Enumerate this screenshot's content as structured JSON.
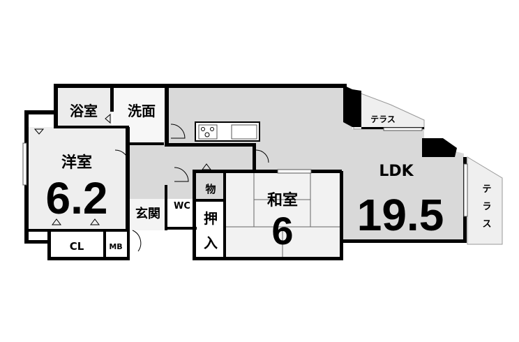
{
  "rooms": {
    "bath": "浴室",
    "washroom": "洗面",
    "western_room": {
      "name": "洋室",
      "size": "6.2"
    },
    "closet": "CL",
    "meter_box": "MB",
    "entrance": "玄関",
    "toilet": "WC",
    "storage": "物",
    "oshiire_1": "押",
    "oshiire_2": "入",
    "japanese_room": {
      "name": "和室",
      "size": "6"
    },
    "ldk": {
      "name": "LDK",
      "size": "19.5"
    },
    "terrace_upper": "テラス",
    "terrace_right": [
      "テ",
      "ラ",
      "ス"
    ]
  },
  "colors": {
    "wall": "#000000",
    "floor_gray": "#d9d9d9",
    "floor_light": "#efefef"
  }
}
